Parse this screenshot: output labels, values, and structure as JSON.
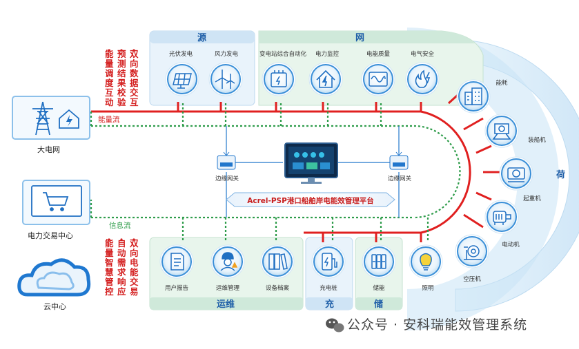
{
  "bands": {
    "source": "源",
    "grid": "网",
    "load": "荷",
    "ops": "运维",
    "charge": "充",
    "storage": "储"
  },
  "source_items": [
    "光伏发电",
    "风力发电"
  ],
  "grid_items": [
    "变电站综合自动化",
    "电力监控",
    "电能质量",
    "电气安全"
  ],
  "load_items": [
    "能耗",
    "装船机",
    "起重机",
    "电动机",
    "空压机"
  ],
  "bottom_items": {
    "ops": [
      "用户报告",
      "运维管理",
      "设备档案"
    ],
    "charge": [
      "充电桩"
    ],
    "storage": [
      "储能"
    ],
    "light": [
      "照明"
    ]
  },
  "left_nodes": {
    "grid": "大电网",
    "trade": "电力交易中心",
    "cloud": "云中心"
  },
  "flows": {
    "energy": "能量流",
    "info": "信息流"
  },
  "vertical_top": [
    "能量调度互动",
    "预测结果校验",
    "双向数据交互"
  ],
  "vertical_bottom": [
    "能量智慧管控",
    "自动需求响应",
    "双向电能交易"
  ],
  "center": {
    "gateway_left": "边缘网关",
    "gateway_right": "边缘网关",
    "platform": "Acrel-PSP港口船舶岸电能效管理平台"
  },
  "watermark": "公众号 · 安科瑞能效管理系统",
  "colors": {
    "energy": "#e02020",
    "info": "#2e9c4a",
    "band_bg": "#e8f4ec",
    "band_head": "#cfe9da",
    "circle": "#3a8fd8",
    "load_ring": "#d6ecf9"
  }
}
